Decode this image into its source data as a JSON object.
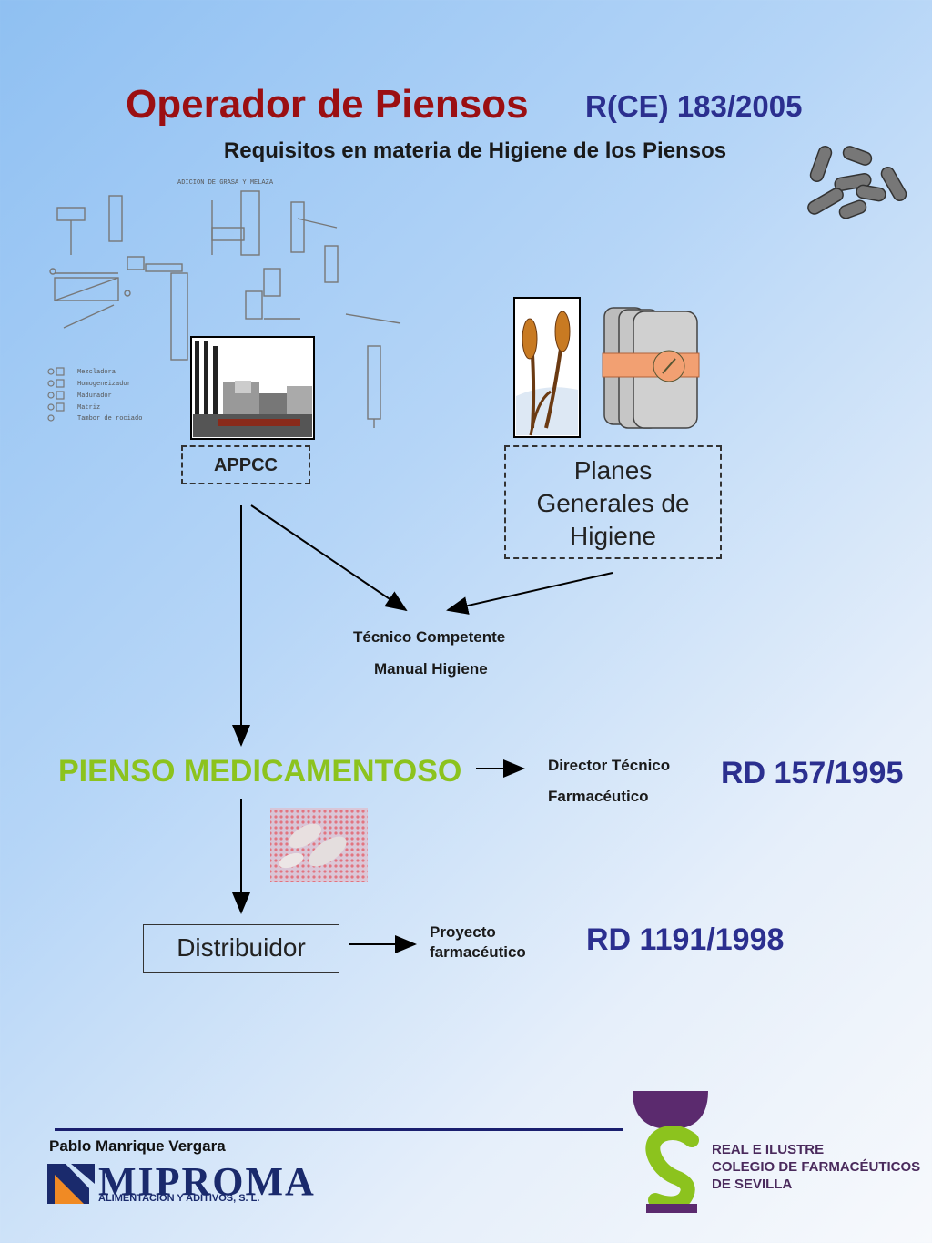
{
  "header": {
    "title": "Operador de Piensos",
    "regulation": "R(CE)  183/2005",
    "subtitle": "Requisitos  en materia de Higiene de los Piensos"
  },
  "flow": {
    "appcc": "APPCC",
    "planes_lines": [
      "Planes",
      "Generales de",
      "Higiene"
    ],
    "tecnico_competente": "Técnico Competente",
    "manual_higiene": "Manual Higiene",
    "pienso": "PIENSO MEDICAMENTOSO",
    "director_tecnico": "Director  Técnico",
    "farmaceutico": "Farmacéutico",
    "rd_1": "RD 157/1995",
    "distribuidor": "Distribuidor",
    "proyecto": "Proyecto",
    "proyecto_farmaceutico": "farmacéutico",
    "rd_2": "RD 1191/1998"
  },
  "plant_diagram_labels": {
    "top": "ADICION DE GRASA     Y MELAZA",
    "legend": [
      "Mezcladora",
      "Homogeneizador",
      "Madurador",
      "Matriz",
      "Tambor de rociado"
    ]
  },
  "footer": {
    "author": "Pablo Manrique Vergara",
    "mipro_brand": "MIPROMA",
    "mipro_tagline": "ALIMENTACION Y ADITIVOS, S. L.",
    "colegio_lines": [
      "REAL E ILUSTRE",
      "COLEGIO DE FARMACÉUTICOS",
      "DE SEVILLA"
    ]
  },
  "colors": {
    "title": "#9b0f12",
    "regulation": "#2b2f8f",
    "pienso": "#8cc31e",
    "colegio_purple": "#5b2a6e",
    "colegio_green": "#8cc31e"
  }
}
